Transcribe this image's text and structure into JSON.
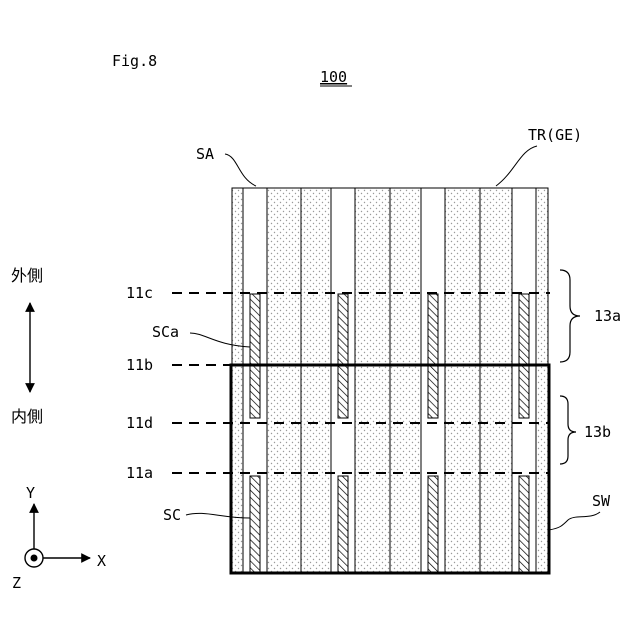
{
  "figure": {
    "caption": "Fig.8",
    "ref_numeral": "100"
  },
  "labels": {
    "sa": "SA",
    "tr": "TR(GE)",
    "outer": "外側",
    "inner": "内側",
    "line_11c": "11c",
    "line_11b": "11b",
    "line_11d": "11d",
    "line_11a": "11a",
    "sca": "SCa",
    "sc": "SC",
    "sw": "SW",
    "region_13a": "13a",
    "region_13b": "13b"
  },
  "axes": {
    "y": "Y",
    "x": "X",
    "z": "Z"
  },
  "colors": {
    "stroke": "#000000",
    "dot": "#9a9a9a",
    "background": "#ffffff"
  }
}
